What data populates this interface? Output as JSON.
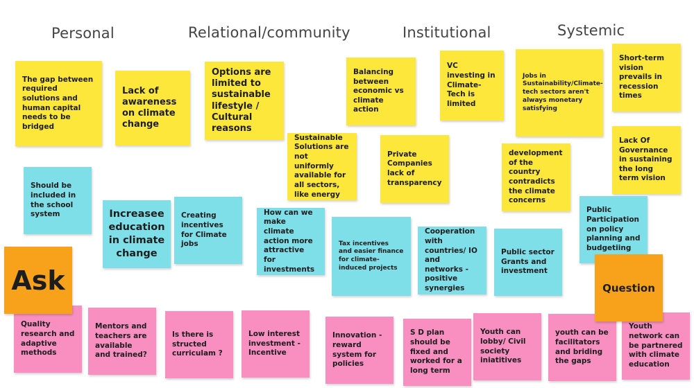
{
  "headers": {
    "personal": "Personal",
    "relational": "Relational/community",
    "institutional": "Institutional",
    "systemic": "Systemic"
  },
  "notes": {
    "y1": "The gap between required solutions and human capital needs to be bridged",
    "y2": "Lack of awareness on climate change",
    "y3": "Options are limited to sustainable lifestyle / Cultural reasons",
    "y4": "Balancing between economic vs climate action",
    "y5": "VC investing in Climate-Tech is limited",
    "y6": "Jobs in Sustainability/Climate-tech sectors aren't always monetary satisfying",
    "y7": "Short-term vision prevails in recession times",
    "y8": "Sustainable Solutions are not uniformly available for all sectors, like energy",
    "y9": "Private Companies lack of transparency",
    "y10": "development of the country contradicts the climate concerns",
    "y11": "Lack Of Governance in sustaining the long term vision",
    "b1": "Should be included in the school system",
    "b2": "Increasee education in climate change",
    "b3": "Creating incentives for Climate jobs",
    "b4": "How can we make climate action more attractive for investments",
    "b5": "Tax incentives and easier finance for climate-induced projects",
    "b6": "Cooperation with countries/ IO and networks - positive synergies",
    "b7": "Public sector Grants and investment",
    "b8": "Public Participation on policy planning and budgetiing",
    "ask": "Ask",
    "question": "Question",
    "p1": "Quality research and adaptive methods",
    "p2": "Mentors and teachers are available and trained?",
    "p3": "Is there is structed curriculam ?",
    "p4": "Low interest investment - Incentive",
    "p5": "Innovation - reward system for policies",
    "p6": "S D plan should be fixed and worked for a long term",
    "p7": "Youth can lobby/ Civil society iniatitives",
    "p8": "youth can be facilitators and briding the gaps",
    "p9": "Youth network can be partnered with climate education"
  },
  "colors": {
    "yellow": "#fde73b",
    "blue": "#7fdfe8",
    "pink": "#f88fc0",
    "orange": "#f8a21c"
  }
}
